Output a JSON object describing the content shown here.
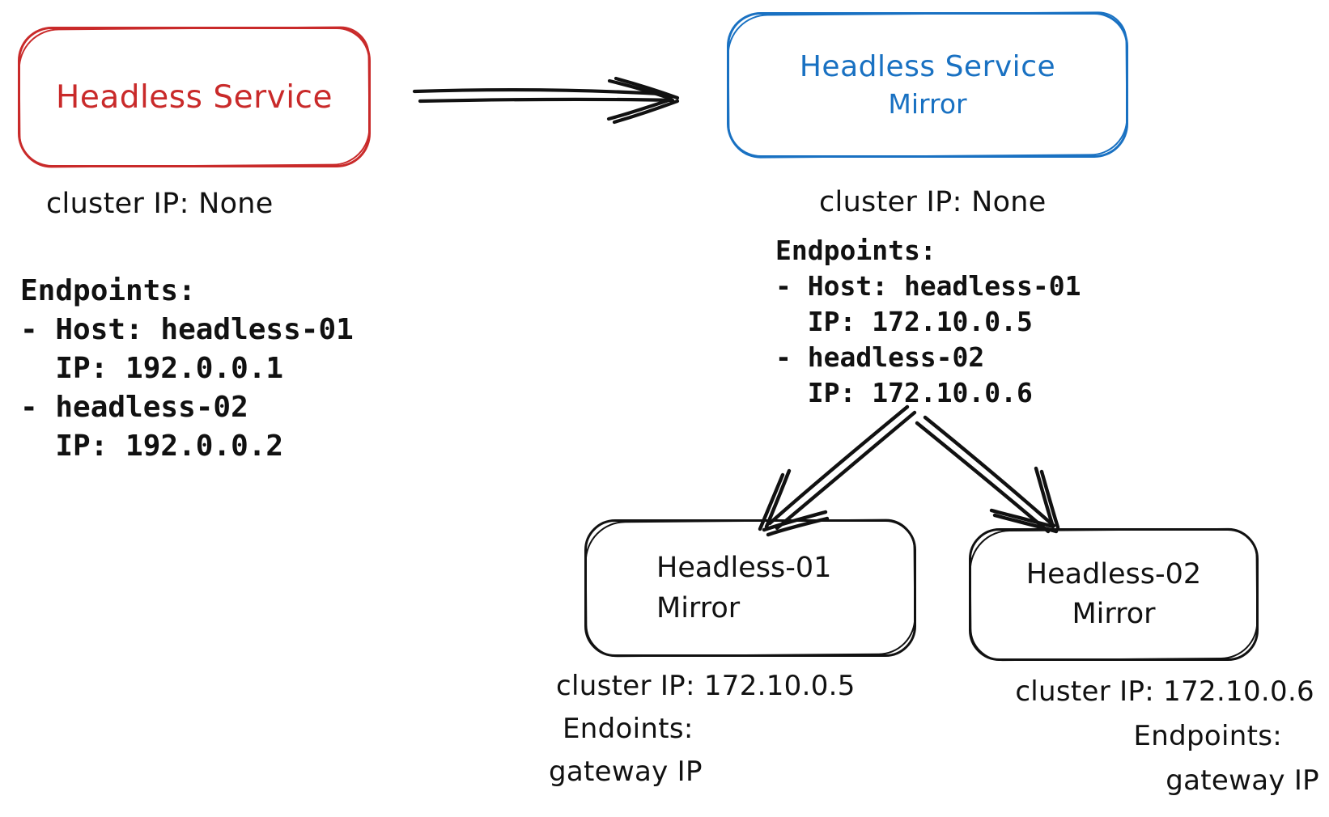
{
  "colors": {
    "red": "#c92a2a",
    "blue": "#1971c2",
    "ink": "#111111"
  },
  "source_service": {
    "title": "Headless Service",
    "cluster_ip": "cluster IP: None",
    "endpoints_lines": [
      "Endpoints:",
      "- Host: headless-01",
      "  IP: 192.0.0.1",
      "- headless-02",
      "  IP: 192.0.0.2"
    ]
  },
  "mirror_service": {
    "title": "Headless Service",
    "subtitle": "Mirror",
    "cluster_ip": "cluster IP: None",
    "endpoints_lines": [
      "Endpoints:",
      "- Host: headless-01",
      "  IP: 172.10.0.5",
      "- headless-02",
      "  IP: 172.10.0.6"
    ]
  },
  "mirror_01": {
    "title": "Headless-01",
    "subtitle": "Mirror",
    "details": [
      "cluster IP: 172.10.0.5",
      "Endoints:",
      "gateway IP"
    ]
  },
  "mirror_02": {
    "title": "Headless-02",
    "subtitle": "Mirror",
    "details": [
      "cluster IP: 172.10.0.6",
      "Endpoints:",
      "gateway IP"
    ]
  }
}
